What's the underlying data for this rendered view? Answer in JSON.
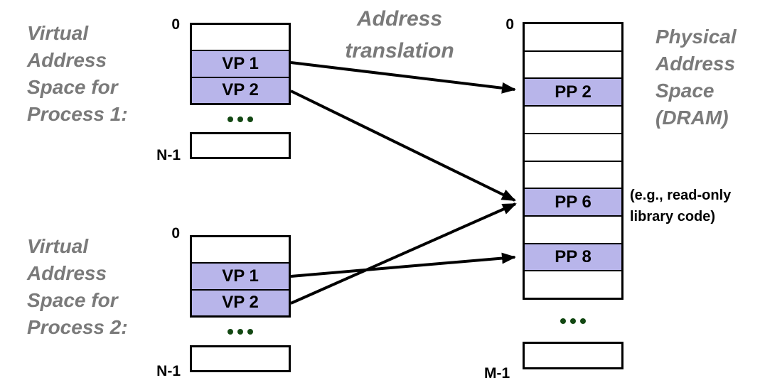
{
  "title": {
    "text": "Address translation",
    "lines": [
      "Address",
      "translation"
    ]
  },
  "colors": {
    "page_highlight": "#b8b5ea",
    "caption_gray": "#7a7a7a",
    "ellipsis_green": "#134813",
    "line_black": "#000000"
  },
  "virtual_space_1": {
    "caption_lines": [
      "Virtual",
      "Address",
      "Space for",
      "Process 1:"
    ],
    "top_index": "0",
    "bottom_index": "N-1",
    "pages": [
      "VP 1",
      "VP 2"
    ],
    "ellipsis": "..."
  },
  "virtual_space_2": {
    "caption_lines": [
      "Virtual",
      "Address",
      "Space for",
      "Process 2:"
    ],
    "top_index": "0",
    "bottom_index": "N-1",
    "pages": [
      "VP 1",
      "VP 2"
    ],
    "ellipsis": "..."
  },
  "physical_space": {
    "caption_lines": [
      "Physical",
      "Address",
      "Space",
      "(DRAM)"
    ],
    "top_index": "0",
    "bottom_index": "M-1",
    "pages": [
      "PP 2",
      "PP 6",
      "PP 8"
    ],
    "ellipsis": "...",
    "note_lines": [
      "(e.g., read-only",
      "library code)"
    ]
  },
  "mappings": [
    {
      "from": "Process 1 VP 1",
      "to": "PP 2"
    },
    {
      "from": "Process 1 VP 2",
      "to": "PP 6"
    },
    {
      "from": "Process 2 VP 1",
      "to": "PP 8"
    },
    {
      "from": "Process 2 VP 2",
      "to": "PP 6"
    }
  ]
}
